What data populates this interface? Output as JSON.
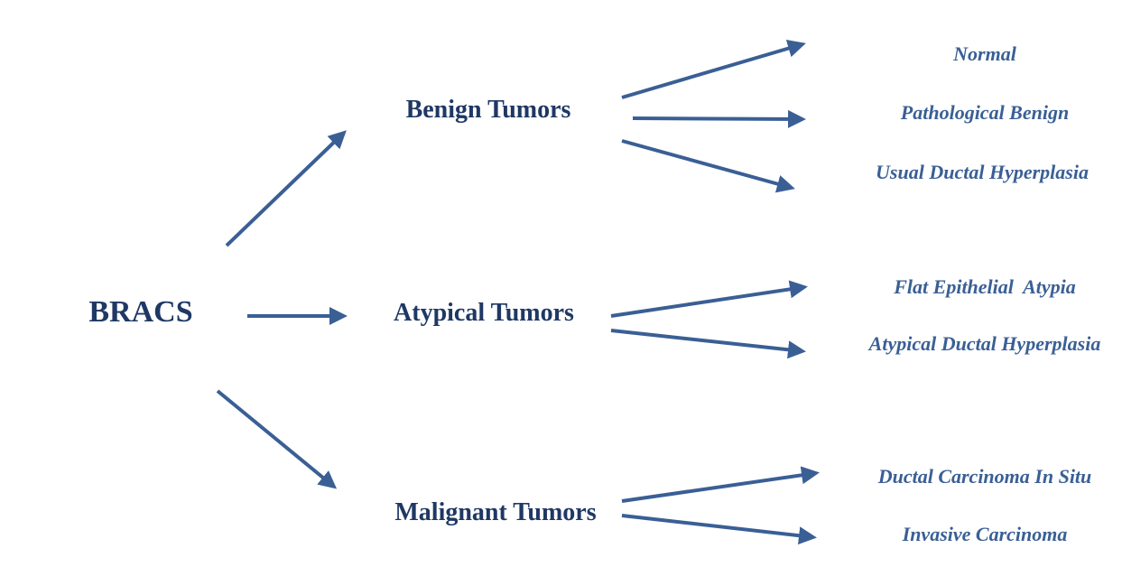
{
  "diagram": {
    "root": {
      "label": "BRACS"
    },
    "categories": [
      {
        "label": "Benign Tumors",
        "subtypes": [
          "Normal",
          "Pathological Benign",
          "Usual Ductal Hyperplasia"
        ]
      },
      {
        "label": "Atypical Tumors",
        "subtypes": [
          "Flat Epithelial  Atypia",
          "Atypical Ductal Hyperplasia"
        ]
      },
      {
        "label": "Malignant Tumors",
        "subtypes": [
          "Ductal Carcinoma In Situ",
          "Invasive Carcinoma"
        ]
      }
    ],
    "colors": {
      "arrow": "#3a5f95",
      "root_text": "#1f3864",
      "category_text": "#1f3864",
      "leaf_text": "#3a5f95"
    }
  }
}
